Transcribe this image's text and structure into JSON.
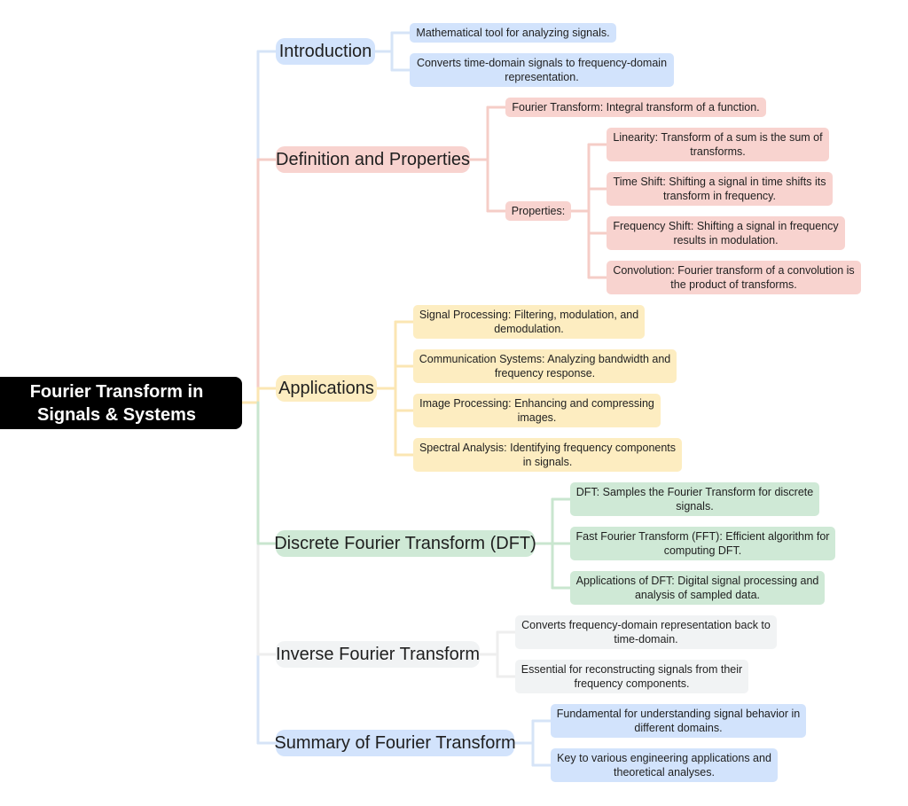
{
  "mindmap": {
    "root": "Fourier Transform in Signals & Systems",
    "branches": [
      {
        "label": "Introduction",
        "color": "#d2e3fc",
        "line": "#d6e4f7",
        "items": [
          "Mathematical tool for analyzing signals.",
          "Converts time-domain signals to frequency-domain representation."
        ]
      },
      {
        "label": "Definition and Properties",
        "color": "#f8d3cf",
        "line": "#f5cdc7",
        "items": [
          "Fourier Transform: Integral transform of a function.",
          "Properties:"
        ],
        "properties": [
          "Linearity: Transform of a sum is the sum of transforms.",
          "Time Shift: Shifting a signal in time shifts its transform in frequency.",
          "Frequency Shift: Shifting a signal in frequency results in modulation.",
          "Convolution: Fourier transform of a convolution is the product of transforms."
        ]
      },
      {
        "label": "Applications",
        "color": "#fdedc1",
        "line": "#fbe6b3",
        "items": [
          "Signal Processing: Filtering, modulation, and demodulation.",
          "Communication Systems: Analyzing bandwidth and frequency response.",
          "Image Processing: Enhancing and compressing images.",
          "Spectral Analysis: Identifying frequency components in signals."
        ]
      },
      {
        "label": "Discrete Fourier Transform (DFT)",
        "color": "#cfe9d6",
        "line": "#c9e6cf",
        "items": [
          "DFT: Samples the Fourier Transform for discrete signals.",
          "Fast Fourier Transform (FFT): Efficient algorithm for computing DFT.",
          "Applications of DFT: Digital signal processing and analysis of sampled data."
        ]
      },
      {
        "label": "Inverse Fourier Transform",
        "color": "#f1f3f4",
        "line": "#eeeeee",
        "items": [
          "Converts frequency-domain representation back to time-domain.",
          "Essential for reconstructing signals from their frequency components."
        ]
      },
      {
        "label": "Summary of Fourier Transform",
        "color": "#d2e3fc",
        "line": "#d6e4f7",
        "items": [
          "Fundamental for understanding signal behavior in different domains.",
          "Key to various engineering applications and theoretical analyses."
        ]
      }
    ]
  }
}
